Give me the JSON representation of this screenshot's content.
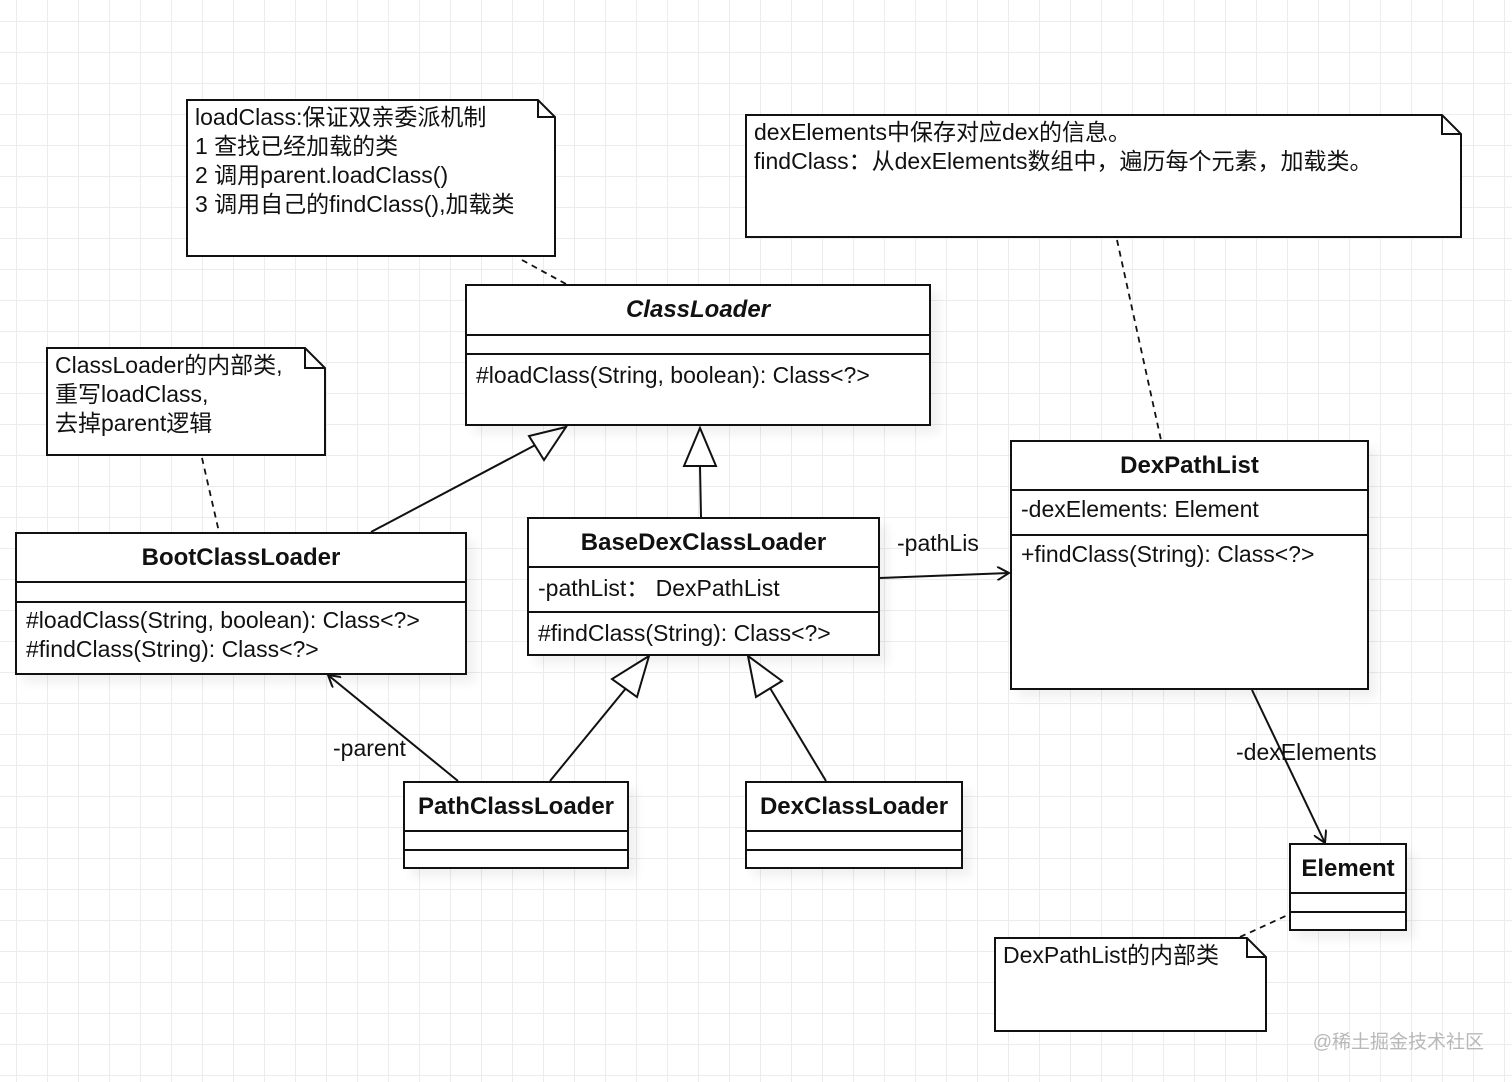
{
  "notes": {
    "classloader_note": [
      "loadClass:保证双亲委派机制",
      "1 查找已经加载的类",
      "2 调用parent.loadClass()",
      "3 调用自己的findClass(),加载类"
    ],
    "dexpathlist_note": [
      "dexElements中保存对应dex的信息。",
      "findClass：从dexElements数组中，遍历每个元素，加载类。"
    ],
    "bootclassloader_note": [
      "ClassLoader的内部类,",
      "重写loadClass,",
      "去掉parent逻辑"
    ],
    "element_note": [
      "DexPathList的内部类"
    ]
  },
  "classes": {
    "classloader": {
      "name": "ClassLoader",
      "attributes": [],
      "methods": [
        "#loadClass(String, boolean): Class<?>"
      ]
    },
    "bootclassloader": {
      "name": "BootClassLoader",
      "attributes": [],
      "methods": [
        "#loadClass(String, boolean): Class<?>",
        "#findClass(String): Class<?>"
      ]
    },
    "basedexclassloader": {
      "name": "BaseDexClassLoader",
      "attributes": [
        "-pathList： DexPathList"
      ],
      "methods": [
        "#findClass(String): Class<?>"
      ]
    },
    "dexpathlist": {
      "name": "DexPathList",
      "attributes": [
        "-dexElements: Element"
      ],
      "methods": [
        "+findClass(String): Class<?>"
      ]
    },
    "pathclassloader": {
      "name": "PathClassLoader"
    },
    "dexclassloader": {
      "name": "DexClassLoader"
    },
    "element": {
      "name": "Element"
    }
  },
  "relations": {
    "pathlist_label": "-pathLis",
    "parent_label": "-parent",
    "dexelements_label": "-dexElements"
  },
  "watermark": "@稀土掘金技术社区"
}
